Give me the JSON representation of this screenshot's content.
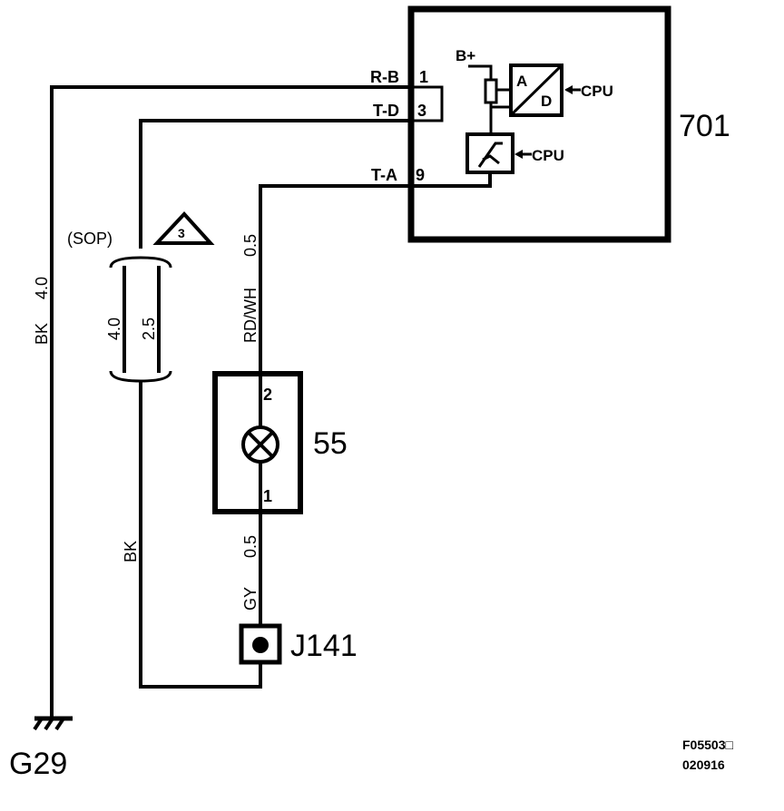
{
  "components": {
    "ecu": {
      "id": "701",
      "ad_a": "A",
      "ad_d": "D",
      "supply": "B+",
      "cpu_1": "CPU",
      "cpu_2": "CPU"
    },
    "lamp": {
      "id": "55",
      "pin_top": "2",
      "pin_bottom": "1"
    },
    "connector": {
      "id": "J141"
    },
    "ground": {
      "id": "G29"
    }
  },
  "wires": {
    "rb": {
      "label": "R-B",
      "pin": "1"
    },
    "td": {
      "label": "T-D",
      "pin": "3"
    },
    "ta": {
      "label": "T-A",
      "pin": "9"
    },
    "bk_main": {
      "color": "BK",
      "size": "4.0"
    },
    "sop": {
      "label": "(SOP)",
      "size_a": "4.0",
      "size_b": "2.5"
    },
    "note_number": "3",
    "rdwh": {
      "color": "RD/WH",
      "size": "0.5"
    },
    "gy": {
      "color": "GY",
      "size": "0.5"
    },
    "bk_lower": {
      "color": "BK"
    }
  },
  "footer": {
    "ref_code": "F05503□",
    "date_code": "020916"
  }
}
